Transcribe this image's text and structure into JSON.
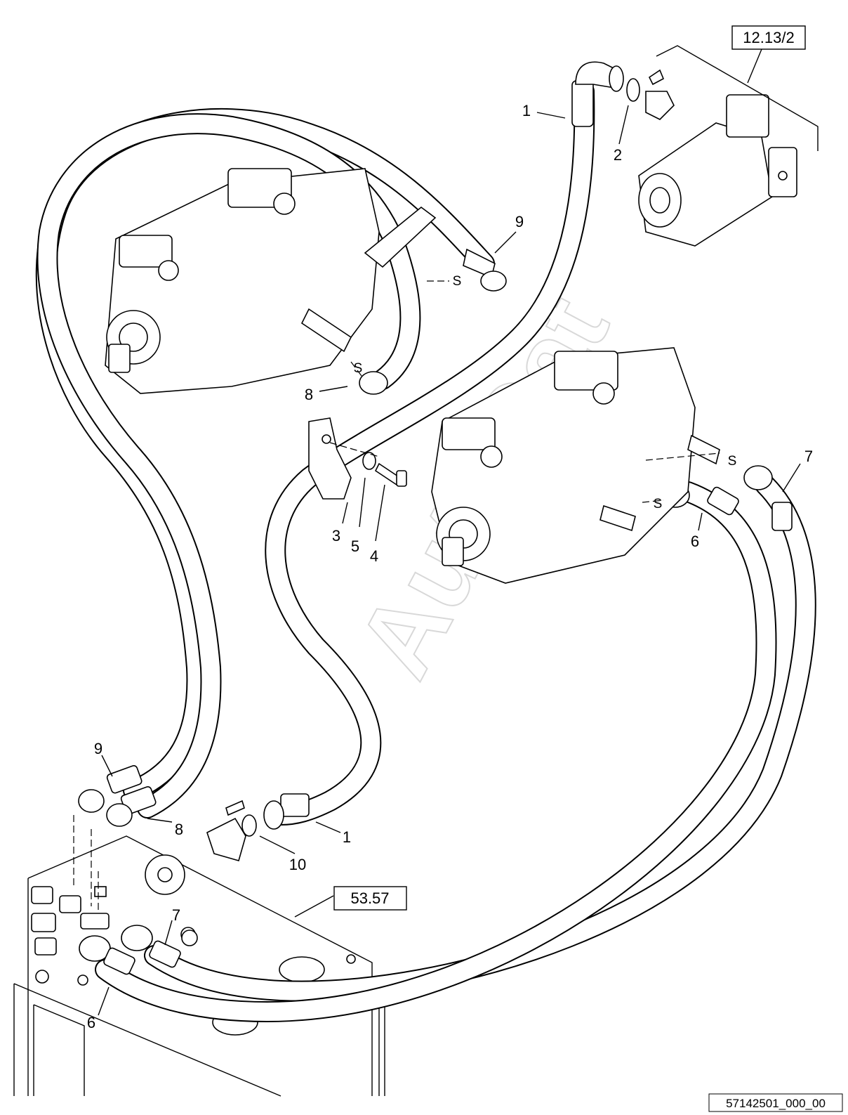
{
  "diagram": {
    "drawing_code": "57142501_000_00",
    "watermark": "AutoCat",
    "reference_boxes": [
      {
        "id": "ref-top",
        "text": "12.13/2"
      },
      {
        "id": "ref-mid",
        "text": "53.57"
      }
    ],
    "callouts": [
      {
        "id": "c1a",
        "text": "1"
      },
      {
        "id": "c2",
        "text": "2"
      },
      {
        "id": "c9a",
        "text": "9"
      },
      {
        "id": "cSa",
        "text": "S"
      },
      {
        "id": "cSb",
        "text": "S"
      },
      {
        "id": "c8a",
        "text": "8"
      },
      {
        "id": "c3",
        "text": "3"
      },
      {
        "id": "c5",
        "text": "5"
      },
      {
        "id": "c4",
        "text": "4"
      },
      {
        "id": "cSc",
        "text": "S"
      },
      {
        "id": "cSd",
        "text": "S"
      },
      {
        "id": "c7a",
        "text": "7"
      },
      {
        "id": "c6a",
        "text": "6"
      },
      {
        "id": "c9b",
        "text": "9"
      },
      {
        "id": "c8b",
        "text": "8"
      },
      {
        "id": "c1b",
        "text": "1"
      },
      {
        "id": "c10",
        "text": "10"
      },
      {
        "id": "c7b",
        "text": "7"
      },
      {
        "id": "c6b",
        "text": "6"
      }
    ]
  }
}
